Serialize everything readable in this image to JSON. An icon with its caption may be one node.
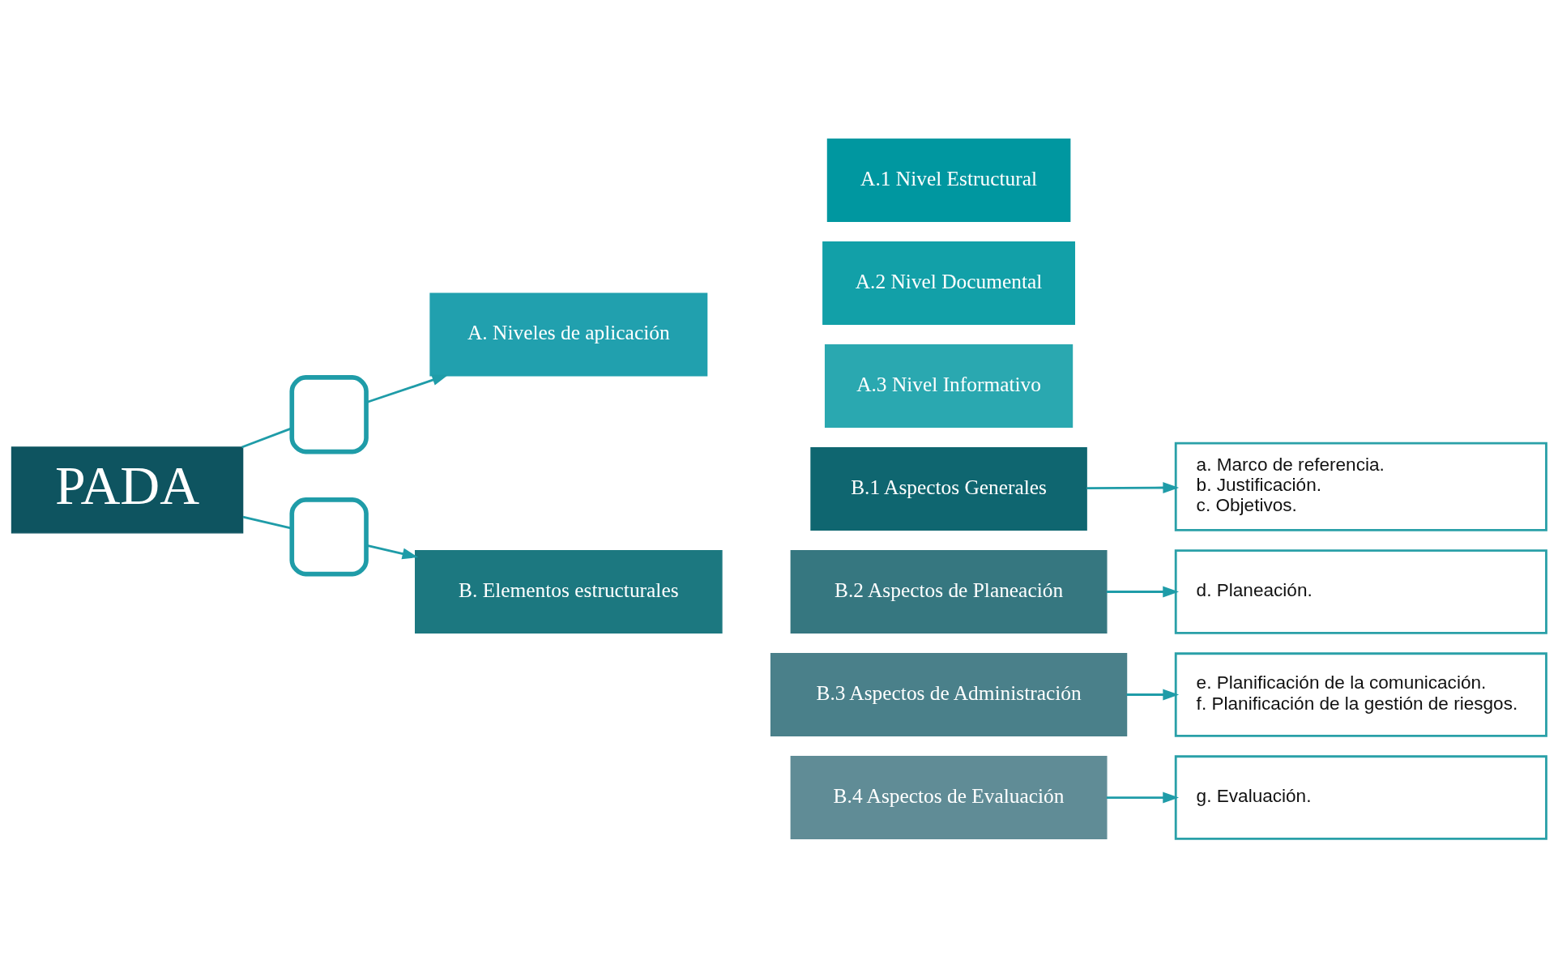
{
  "diagram": {
    "nodes": [
      {
        "text": [
          "PADA"
        ]
      },
      {
        "text": [],
        "shape": "box"
      },
      {
        "text": [
          "A. Niveles de aplicación"
        ]
      },
      {
        "text": [
          "A.1 Nivel Estructural"
        ]
      },
      {
        "text": [
          "A.2 Nivel Documental"
        ]
      },
      {
        "text": [
          "A.3 Nivel Informativo"
        ]
      },
      {
        "text": [],
        "shape": "box"
      },
      {
        "text": [
          "B. Elementos estructurales"
        ]
      },
      {
        "text": [
          "B.1 Aspectos Generales"
        ]
      },
      {
        "text": [
          "B.2 Aspectos de Planeación"
        ]
      },
      {
        "text": [
          "B.3 Aspectos de Administración"
        ]
      },
      {
        "text": [
          "B.4 Aspectos de Evaluación"
        ]
      },
      {
        "text": [
          "a. Marco de referencia.",
          "b. Justificación.",
          "c. Objetivos."
        ]
      },
      {
        "text": [
          "d. Planeación."
        ]
      },
      {
        "text": [
          "e. Planificación de la comunicación.",
          "f. Planificación de la gestión de riesgos."
        ]
      },
      {
        "text": [
          "g. Evaluación."
        ]
      }
    ],
    "edges": [
      {
        "from": 0,
        "to": 1,
        "arrow": "none"
      },
      {
        "from": 0,
        "to": 6,
        "arrow": "none"
      },
      {
        "from": 1,
        "to": 2,
        "arrow": "to"
      },
      {
        "from": 6,
        "to": 7,
        "arrow": "to"
      },
      {
        "from": 8,
        "to": 12,
        "arrow": "to"
      },
      {
        "from": 9,
        "to": 13,
        "arrow": "to"
      },
      {
        "from": 10,
        "to": 14,
        "arrow": "to"
      },
      {
        "from": 11,
        "to": 15,
        "arrow": "to"
      }
    ]
  }
}
